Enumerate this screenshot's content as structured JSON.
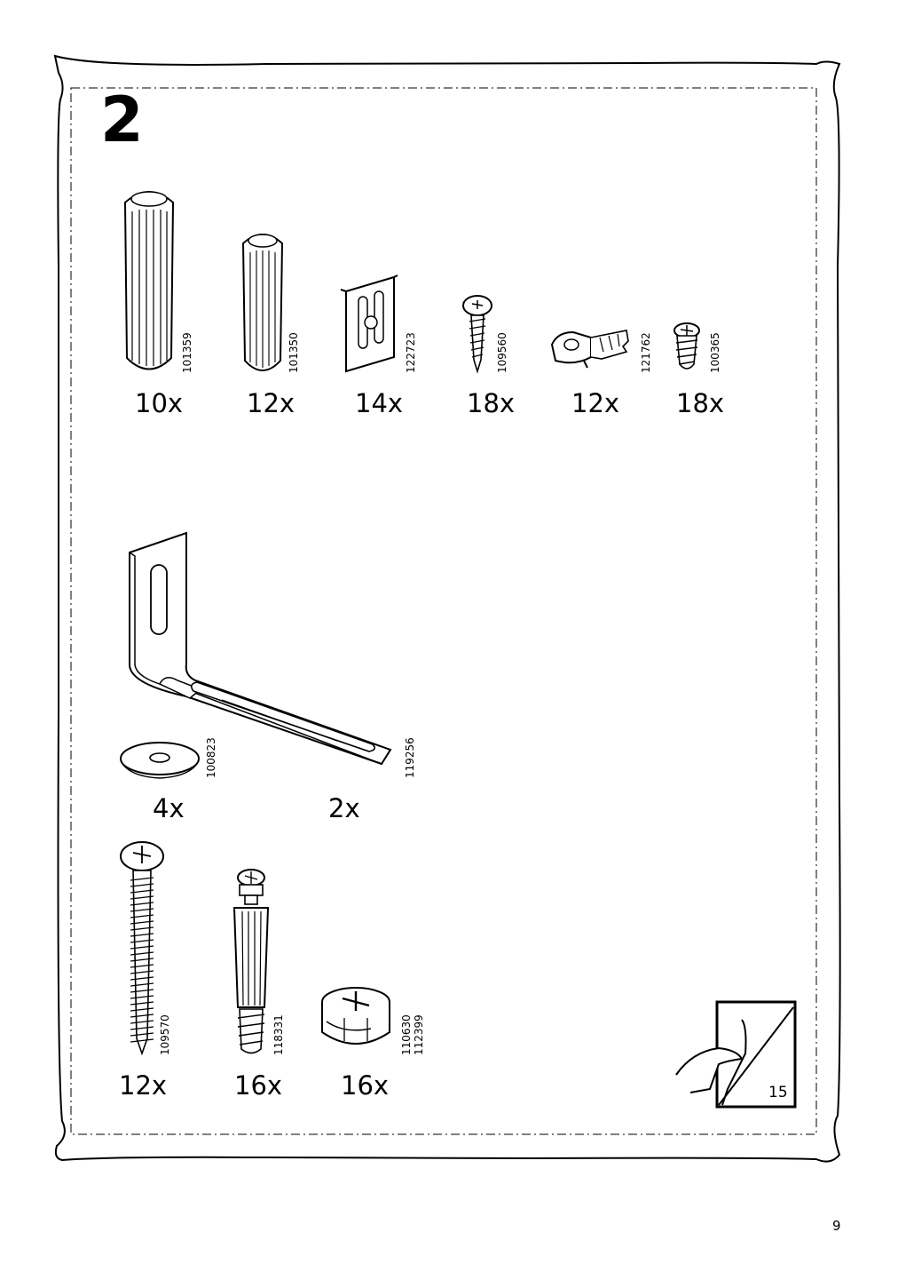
{
  "step_number": "2",
  "page_number": "9",
  "parts": [
    {
      "id": "dowel-large",
      "code": "101359",
      "qty": "10x"
    },
    {
      "id": "dowel-small",
      "code": "101350",
      "qty": "12x"
    },
    {
      "id": "shelf-clip",
      "code": "122723",
      "qty": "14x"
    },
    {
      "id": "screw-short",
      "code": "109560",
      "qty": "18x"
    },
    {
      "id": "wall-clip",
      "code": "121762",
      "qty": "12x"
    },
    {
      "id": "screw-small",
      "code": "100365",
      "qty": "18x"
    },
    {
      "id": "washer",
      "code": "100823",
      "qty": "4x"
    },
    {
      "id": "angle-bracket",
      "code": "119256",
      "qty": "2x"
    },
    {
      "id": "screw-long",
      "code": "109570",
      "qty": "12x"
    },
    {
      "id": "cam-bolt",
      "code": "118331",
      "qty": "16x"
    },
    {
      "id": "cam-lock",
      "code": "110630",
      "code2": "112399",
      "qty": "16x"
    }
  ],
  "page_reference": "15"
}
